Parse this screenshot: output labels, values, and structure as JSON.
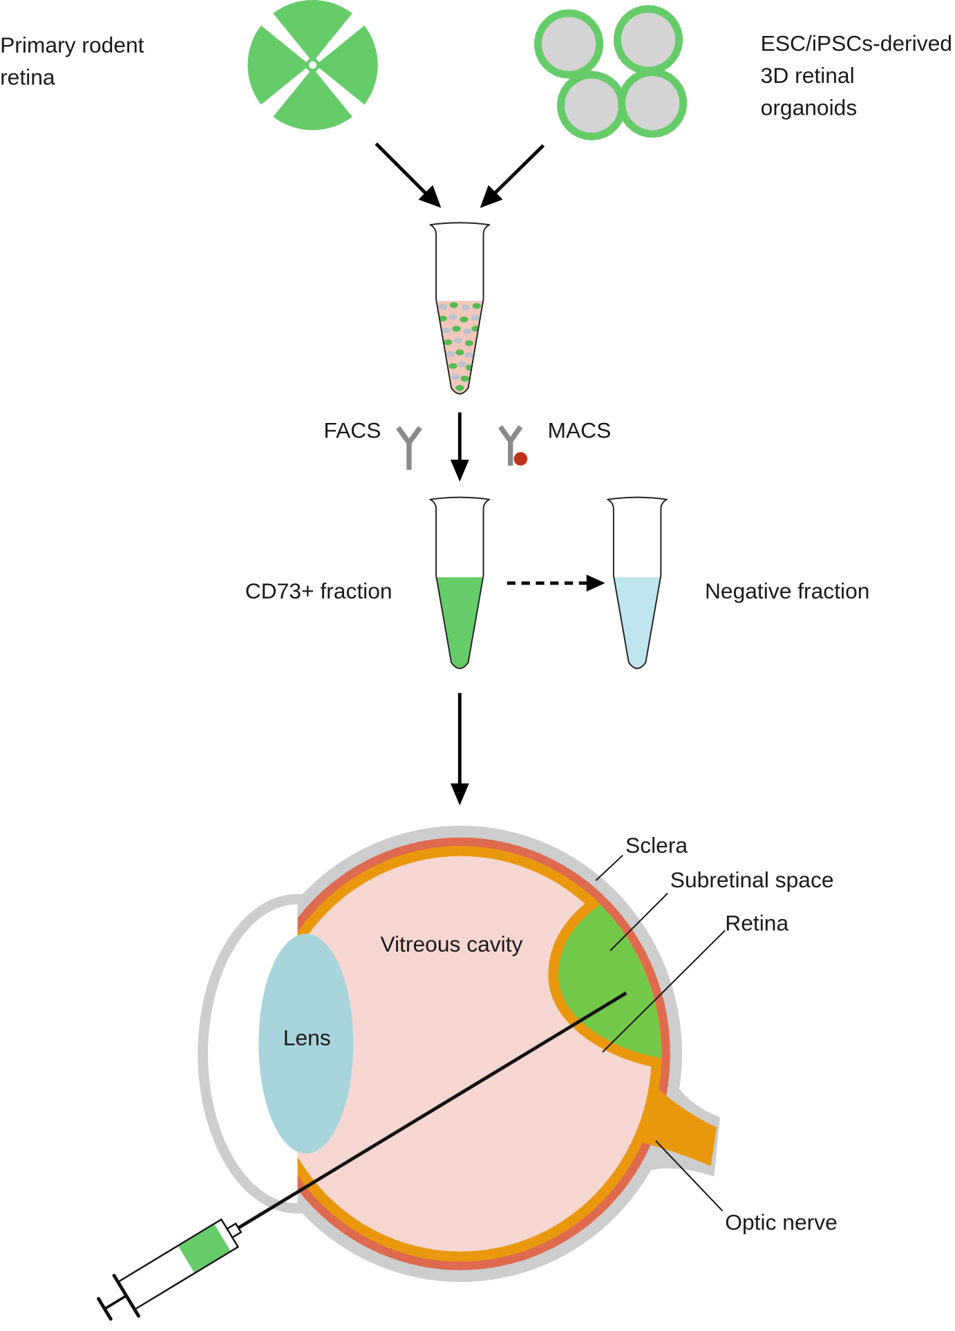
{
  "sources": {
    "primary_retina": [
      "Primary rodent",
      "retina"
    ],
    "organoids": [
      "ESC/iPSCs-derived",
      "3D retinal",
      "organoids"
    ]
  },
  "sorting": {
    "facs": "FACS",
    "macs": "MACS"
  },
  "fractions": {
    "positive": "CD73+ fraction",
    "negative": "Negative fraction"
  },
  "eye": {
    "sclera": "Sclera",
    "subretinal_space": "Subretinal space",
    "retina": "Retina",
    "vitreous_cavity": "Vitreous cavity",
    "lens": "Lens",
    "optic_nerve": "Optic nerve"
  },
  "colors": {
    "retina_green": "#66cc6a",
    "organoid_grey": "#d4d4d4",
    "medium_pink": "#f3c8bc",
    "cell_green": "#55bb55",
    "cell_grey": "#b8c4cf",
    "positive_green": "#66cc6a",
    "negative_blue": "#bfe5ee",
    "antibody_grey": "#8a8a8a",
    "magnetic_bead_red": "#c0321a",
    "sclera_grey": "#cdcdcd",
    "choroid_red": "#de6a4f",
    "retina_orange": "#e9980e",
    "vitreous_pink": "#f6d7d1",
    "lens_blue": "#a8d4dc",
    "subretinal_green": "#73c84a",
    "syringe_white": "#ffffff",
    "syringe_green": "#66cc6a"
  }
}
